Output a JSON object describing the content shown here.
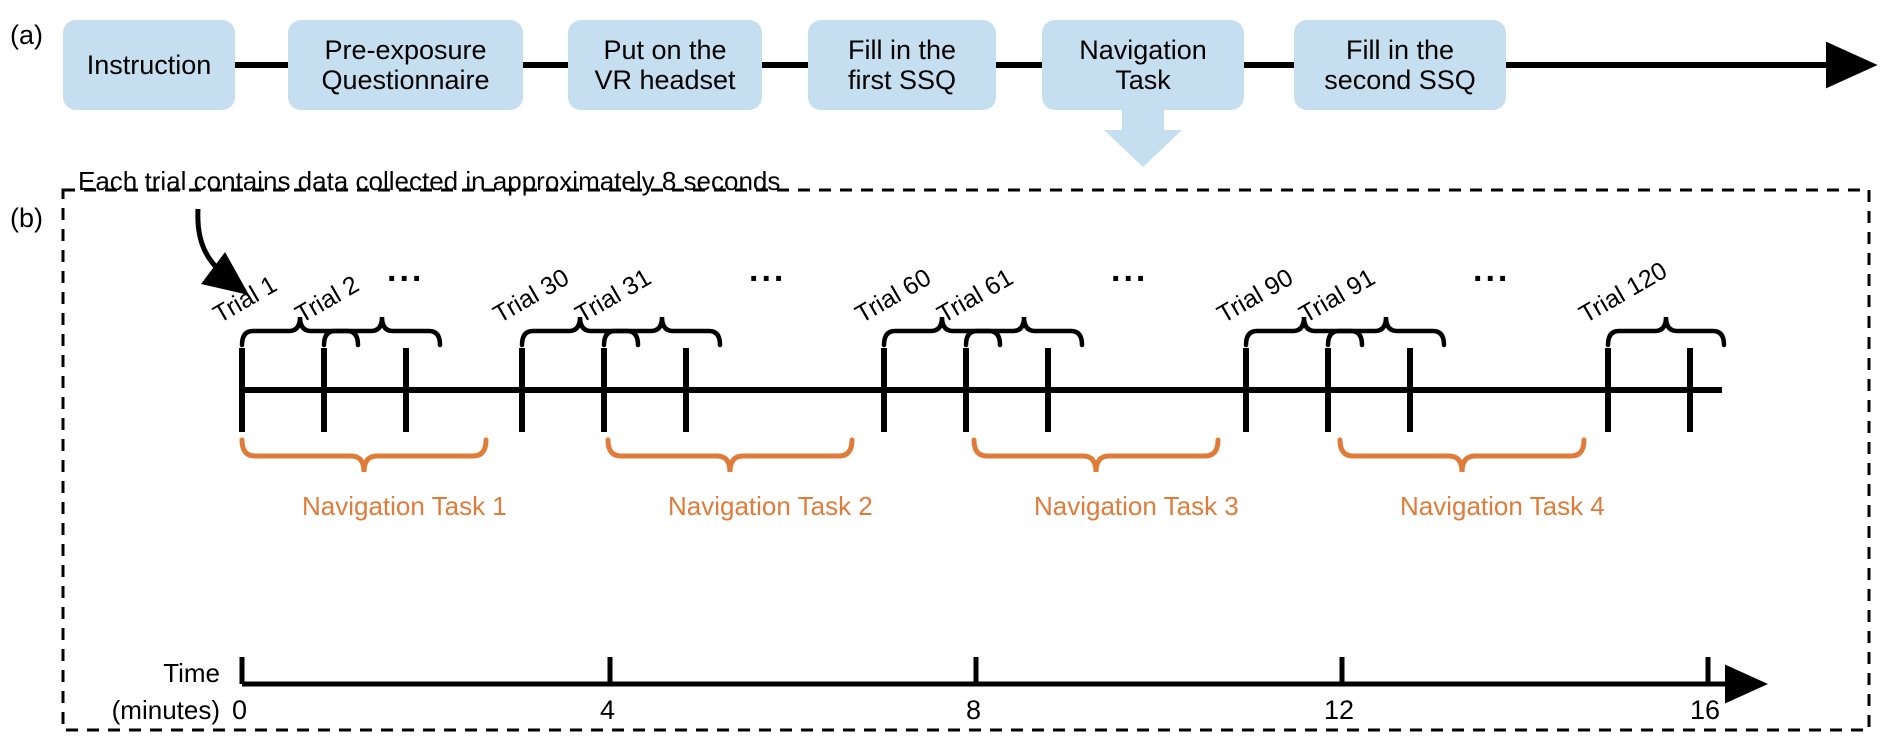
{
  "figure": {
    "panels": [
      {
        "id": "a",
        "label": "(a)"
      },
      {
        "id": "b",
        "label": "(b)"
      }
    ]
  },
  "panel_a": {
    "label": "(a)",
    "flow_steps": [
      {
        "label": "Instruction"
      },
      {
        "label": "Pre-exposure\nQuestionnaire"
      },
      {
        "label": "Put on the\nVR headset"
      },
      {
        "label": "Fill in the\nfirst SSQ"
      },
      {
        "label": "Navigation\nTask"
      },
      {
        "label": "Fill in the\nsecond SSQ"
      }
    ],
    "box_color": "#c5dff0",
    "connector_color": "#000000",
    "callout_arrow_from": "Navigation Task"
  },
  "panel_b": {
    "label": "(b)",
    "annotation": "Each trial contains data collected in approximately 8 seconds",
    "annotation_points_to": "Trial 1",
    "trial_labels": [
      "Trial 1",
      "Trial 2",
      "Trial 30",
      "Trial 31",
      "Trial 60",
      "Trial 61",
      "Trial 90",
      "Trial 91",
      "Trial 120"
    ],
    "ellipses": [
      "...",
      "...",
      "...",
      "..."
    ],
    "navigation_tasks": [
      "Navigation Task 1",
      "Navigation Task 2",
      "Navigation Task 3",
      "Navigation Task 4"
    ],
    "navigation_color": "#e07b39",
    "axis": {
      "title_line1": "Time",
      "title_line2": "(minutes)",
      "ticks": [
        "0",
        "4",
        "8",
        "12",
        "16"
      ],
      "unit": "minutes",
      "range": [
        0,
        16
      ],
      "arrow_end": true
    },
    "border_style": "dashed"
  },
  "chart_data": {
    "type": "table",
    "title": "Experimental protocol and navigation-task trial timeline",
    "xlabel": "Time (minutes)",
    "ylabel": "",
    "xlim": [
      0,
      16
    ],
    "grid": false,
    "legend": "none",
    "categories": [
      "Navigation Task 1",
      "Navigation Task 2",
      "Navigation Task 3",
      "Navigation Task 4"
    ],
    "values": [
      4,
      4,
      4,
      4
    ],
    "tick_labels": [
      "0",
      "4",
      "8",
      "12",
      "16"
    ],
    "annotations": [
      "Each trial contains data collected in approximately 8 seconds",
      "Trial 1",
      "Trial 2",
      "Trial 30",
      "Trial 31",
      "Trial 60",
      "Trial 61",
      "Trial 90",
      "Trial 91",
      "Trial 120"
    ],
    "series": [
      {
        "name": "Navigation Task 1",
        "trials": [
          1,
          30
        ],
        "minutes": [
          0,
          4
        ]
      },
      {
        "name": "Navigation Task 2",
        "trials": [
          31,
          60
        ],
        "minutes": [
          4,
          8
        ]
      },
      {
        "name": "Navigation Task 3",
        "trials": [
          61,
          90
        ],
        "minutes": [
          8,
          12
        ]
      },
      {
        "name": "Navigation Task 4",
        "trials": [
          91,
          120
        ],
        "minutes": [
          12,
          16
        ]
      }
    ],
    "trials_total": 120,
    "trial_duration_seconds": 8
  }
}
